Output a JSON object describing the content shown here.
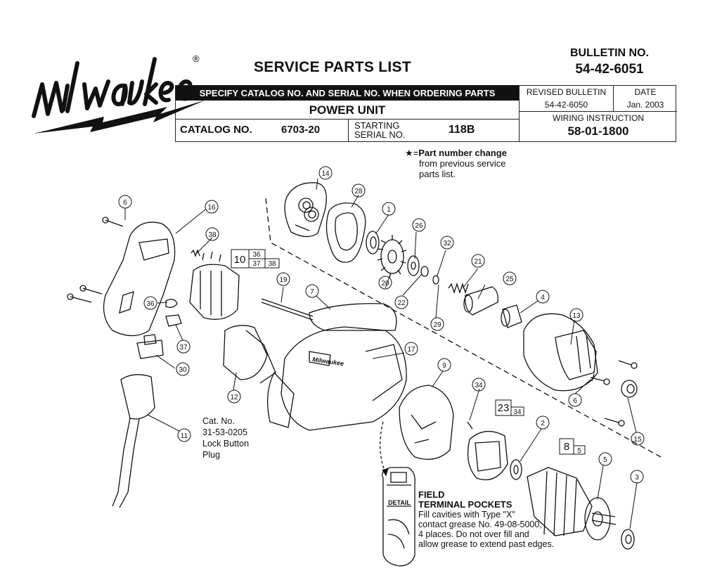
{
  "header": {
    "brand": "Milwaukee",
    "registered_mark": "®",
    "title": "SERVICE PARTS LIST",
    "bulletin_label": "BULLETIN NO.",
    "bulletin_number": "54-42-6051",
    "specify_banner": "SPECIFY CATALOG NO. AND SERIAL NO. WHEN ORDERING PARTS",
    "unit_name": "POWER UNIT",
    "catalog_label": "CATALOG NO.",
    "catalog_number": "6703-20",
    "starting_label": "STARTING",
    "serial_label": "SERIAL NO.",
    "serial_number": "118B",
    "revised_bulletin_label": "REVISED BULLETIN",
    "revised_bulletin_number": "54-42-6050",
    "date_label": "DATE",
    "date_value": "Jan. 2003",
    "wiring_label": "WIRING INSTRUCTION",
    "wiring_number": "58-01-1800"
  },
  "star_note": {
    "symbol": "★=",
    "bold": "Part number change",
    "line2": "from previous service",
    "line3": "parts list."
  },
  "lock_note": {
    "line1": "Cat. No.",
    "line2": "31-53-0205",
    "line3": "Lock Button",
    "line4": "Plug"
  },
  "field_note": {
    "title1": "FIELD",
    "title2": "TERMINAL POCKETS",
    "line1": "Fill cavities with Type \"X\"",
    "line2": "contact grease No. 49-08-5000,",
    "line3": "4 places. Do not over fill and",
    "line4": "allow grease to extend past edges.",
    "detail_label": "DETAIL"
  },
  "callouts": {
    "c1": "1",
    "c2": "2",
    "c3": "3",
    "c4": "4",
    "c5": "5",
    "c6a": "6",
    "c6b": "6",
    "c7": "7",
    "c9": "9",
    "c11": "11",
    "c12": "12",
    "c13": "13",
    "c14": "14",
    "c15": "15",
    "c16": "16",
    "c17": "17",
    "c19": "19",
    "c20": "20",
    "c21": "21",
    "c22": "22",
    "c25": "25",
    "c26": "26",
    "c28": "28",
    "c29": "29",
    "c30": "30",
    "c32": "32",
    "c34": "34",
    "c36": "36",
    "c37": "37",
    "c38": "38"
  },
  "group_boxes": {
    "g10": {
      "main": "10",
      "a": "36",
      "b": "37",
      "c": "38"
    },
    "g23": {
      "main": "23",
      "a": "34"
    },
    "g8": {
      "main": "8",
      "a": "5"
    }
  },
  "colors": {
    "ink": "#111111",
    "banner": "#111111",
    "banner_text": "#ffffff"
  }
}
